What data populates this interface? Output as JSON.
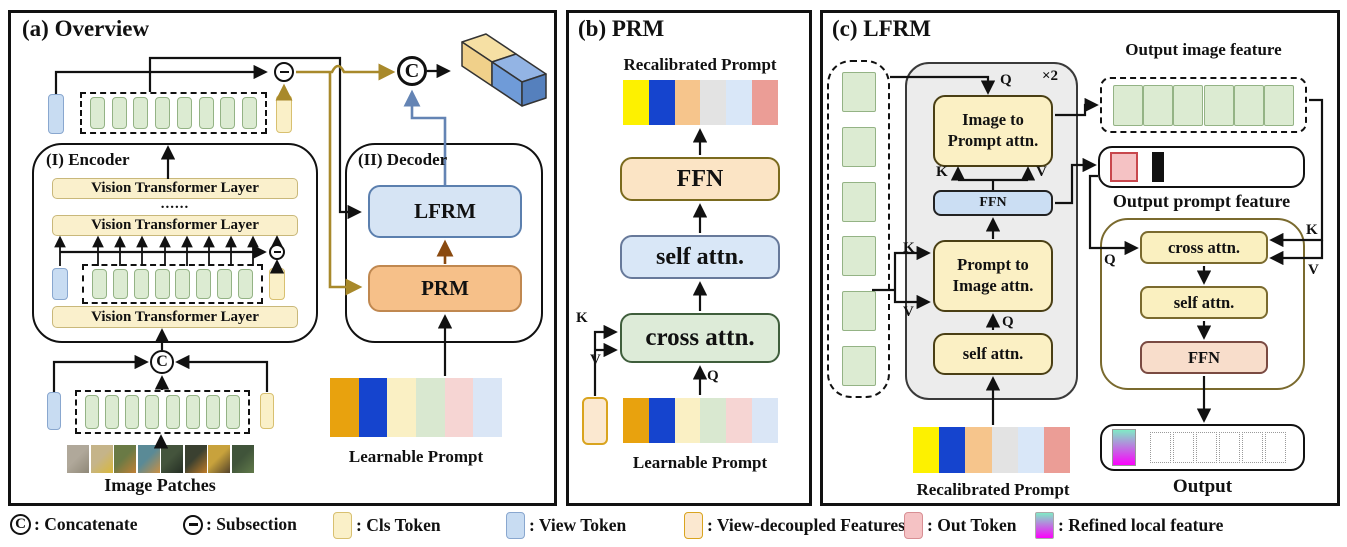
{
  "icons": {
    "concat": "C",
    "times2": "×2"
  },
  "kqv": {
    "k": "K",
    "q": "Q",
    "v": "V"
  },
  "panel_a": {
    "title": "(a) Overview",
    "encoder_label": "(I) Encoder",
    "decoder_label": "(II) Decoder",
    "vtl": "Vision Transformer Layer",
    "dots": "......",
    "lfrm": "LFRM",
    "prm": "PRM",
    "learnable_prompt_label": "Learnable Prompt",
    "image_patches_label": "Image Patches"
  },
  "panel_b": {
    "title": "(b) PRM",
    "recalibrated_prompt_label": "Recalibrated Prompt",
    "ffn": "FFN",
    "self_attn": "self attn.",
    "cross_attn": "cross attn.",
    "learnable_prompt_label": "Learnable Prompt"
  },
  "panel_c": {
    "title": "(c) LFRM",
    "repeat_badge": "×2",
    "image_to_prompt_l1": "Image to",
    "image_to_prompt_l2": "Prompt attn.",
    "ffn_top": "FFN",
    "prompt_to_image_l1": "Prompt to",
    "prompt_to_image_l2": "Image attn.",
    "self_attn_left": "self attn.",
    "recalibrated_prompt_label": "Recalibrated Prompt",
    "output_image_feature_label": "Output image feature",
    "output_prompt_feature_label": "Output prompt feature",
    "cross_attn": "cross attn.",
    "self_attn_right": "self attn.",
    "ffn_bottom": "FFN",
    "output_label": "Output"
  },
  "legend": {
    "concatenate": ": Concatenate",
    "subsection": ": Subsection",
    "cls_token": ": Cls Token",
    "view_token": ": View Token",
    "view_decoupled": ": View-decoupled Features",
    "out_token": ": Out Token",
    "refined_local": ": Refined local feature"
  },
  "colors": {
    "arrow_gold": "#a8892b",
    "arrow_brown": "#8a4a10",
    "arrow_blue": "#6484b4",
    "token_green": "#dcebd2",
    "token_green_border": "#94b385",
    "token_blue": "#c8dcf2",
    "token_blue_border": "#89a7cf",
    "token_cls": "#faf0c8",
    "token_cls_border": "#d8c070",
    "token_view_decoupled": "#fbe8d0",
    "token_view_decoupled_border": "#d9a41f",
    "token_out": "#f5c2c4",
    "token_out_border": "#c8474d",
    "lfrm_fill": "#d6e4f4",
    "prm_fill": "#f6c089",
    "refined_gradient_top": "#80eac6",
    "refined_gradient_bottom": "#fb02fb"
  },
  "rows": {
    "learnable_prompt": [
      "#e8a20e",
      "#1544ce",
      "#faf0c4",
      "#d9e8d0",
      "#f6d5d3",
      "#dae6f6"
    ],
    "recalibrated_prompt": [
      "#fdf100",
      "#1544ce",
      "#f6c58c",
      "#e3e3e3",
      "#d9e7f8",
      "#eb9d96"
    ],
    "output_prompt_blocks": [
      "#faf176",
      "#fae0b8",
      "#cfe0f4",
      "#fae0be",
      "#d2e2c8",
      "#f8cccc"
    ],
    "patches": [
      [
        "#b0a89a",
        "#8f8878"
      ],
      [
        "#c5b489",
        "#d9b83a"
      ],
      [
        "#6a7a45",
        "#c08035"
      ],
      [
        "#5a8a96",
        "#c98f42"
      ],
      [
        "#44543c",
        "#242e24"
      ],
      [
        "#3a4030",
        "#c07c28"
      ],
      [
        "#c8a23c",
        "#54432a"
      ],
      [
        "#40543a",
        "#617a4a"
      ]
    ]
  }
}
